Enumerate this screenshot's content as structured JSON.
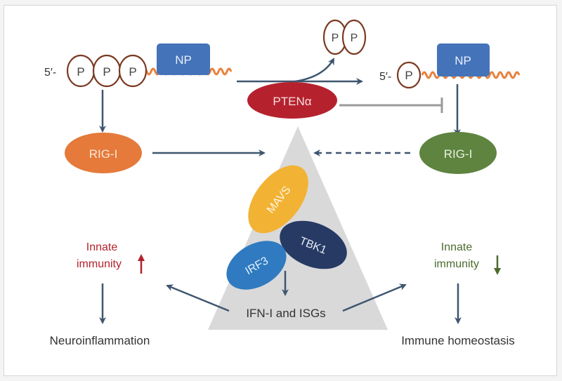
{
  "diagram": {
    "left_rna": {
      "prefix": "5′-",
      "phosphates": [
        "P",
        "P",
        "P"
      ],
      "protein": "NP"
    },
    "right_rna": {
      "prefix": "5′-",
      "phosphates": [
        "P"
      ],
      "protein": "NP"
    },
    "released_phosphates": [
      "P",
      "P"
    ],
    "enzyme": "PTENα",
    "left_sensor": "RIG-I",
    "right_sensor": "RIG-I",
    "complex": {
      "mavs": "MAVS",
      "tbk1": "TBK1",
      "irf3": "IRF3",
      "output": "IFN-I and ISGs"
    },
    "left_outcome": {
      "line1": "Innate",
      "line2": "immunity",
      "direction": "up",
      "result": "Neuroinflammation"
    },
    "right_outcome": {
      "line1": "Innate",
      "line2": "immunity",
      "direction": "down",
      "result": "Immune homeostasis"
    },
    "colors": {
      "phosphate_ring": "#7a3a22",
      "np_box": "#4473b9",
      "rna_wave": "#e8803a",
      "pten": "#b5222e",
      "rig_left": "#e57a3a",
      "rig_right": "#5e8440",
      "mavs": "#f2b234",
      "tbk1": "#263a64",
      "irf3": "#2f7ac0",
      "triangle": "#d9d9da",
      "arrow": "#3e556f",
      "inhibit": "#9a9a9a",
      "up_red": "#b3222c",
      "down_green": "#4c6a2c"
    }
  }
}
